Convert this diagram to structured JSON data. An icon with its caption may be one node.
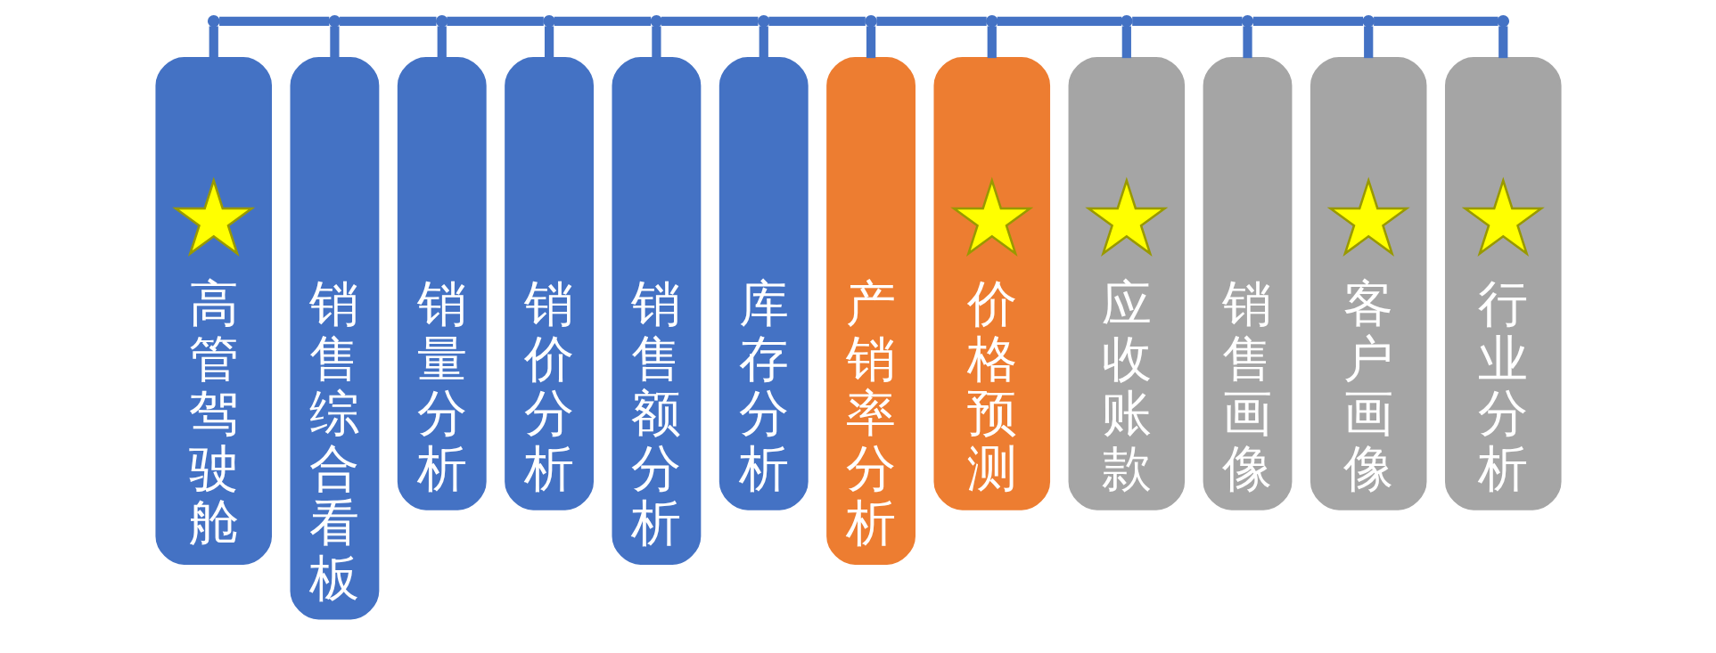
{
  "diagram": {
    "nodes": [
      {
        "text": [
          "高管驾驶舱"
        ]
      },
      {
        "text": [],
        "shape": "star",
        "in": 0
      },
      {
        "text": [
          "销售综合看板"
        ]
      },
      {
        "text": [
          "销量分析"
        ]
      },
      {
        "text": [
          "销价分析"
        ]
      },
      {
        "text": [
          "销售额分析"
        ]
      },
      {
        "text": [
          "库存分析"
        ]
      },
      {
        "text": [
          "产销率分析"
        ]
      },
      {
        "text": [
          "价格预测"
        ]
      },
      {
        "text": [],
        "shape": "star",
        "in": 8
      },
      {
        "text": [
          "应收账款"
        ]
      },
      {
        "text": [],
        "shape": "star",
        "in": 10
      },
      {
        "text": [
          "销售画像"
        ]
      },
      {
        "text": [
          "客户画像"
        ]
      },
      {
        "text": [],
        "shape": "star",
        "in": 13
      },
      {
        "text": [
          "行业分析"
        ]
      },
      {
        "text": [],
        "shape": "star",
        "in": 15
      }
    ],
    "edges": [
      {
        "from": 0,
        "to": 2,
        "arrow": "none"
      },
      {
        "from": 2,
        "to": 3,
        "arrow": "none"
      },
      {
        "from": 3,
        "to": 4,
        "arrow": "none"
      },
      {
        "from": 4,
        "to": 5,
        "arrow": "none"
      },
      {
        "from": 5,
        "to": 6,
        "arrow": "none"
      },
      {
        "from": 6,
        "to": 7,
        "arrow": "none"
      },
      {
        "from": 7,
        "to": 8,
        "arrow": "none"
      },
      {
        "from": 8,
        "to": 10,
        "arrow": "none"
      },
      {
        "from": 10,
        "to": 12,
        "arrow": "none"
      },
      {
        "from": 12,
        "to": 13,
        "arrow": "none"
      },
      {
        "from": 13,
        "to": 15,
        "arrow": "none"
      }
    ]
  }
}
